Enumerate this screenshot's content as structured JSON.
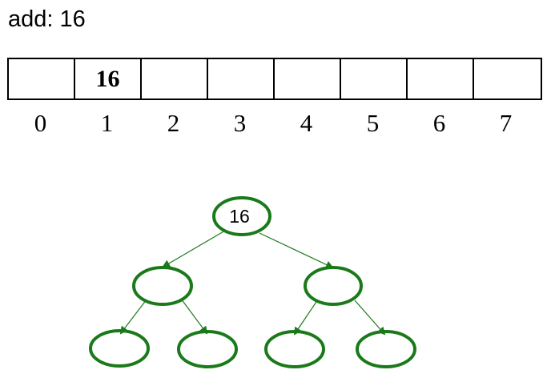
{
  "title": "add: 16",
  "array": {
    "cells": [
      "",
      "16",
      "",
      "",
      "",
      "",
      "",
      ""
    ],
    "indices": [
      "0",
      "1",
      "2",
      "3",
      "4",
      "5",
      "6",
      "7"
    ]
  },
  "tree": {
    "node_color": "#1a7a1a",
    "nodes": [
      "16",
      "",
      "",
      "",
      "",
      "",
      ""
    ]
  }
}
